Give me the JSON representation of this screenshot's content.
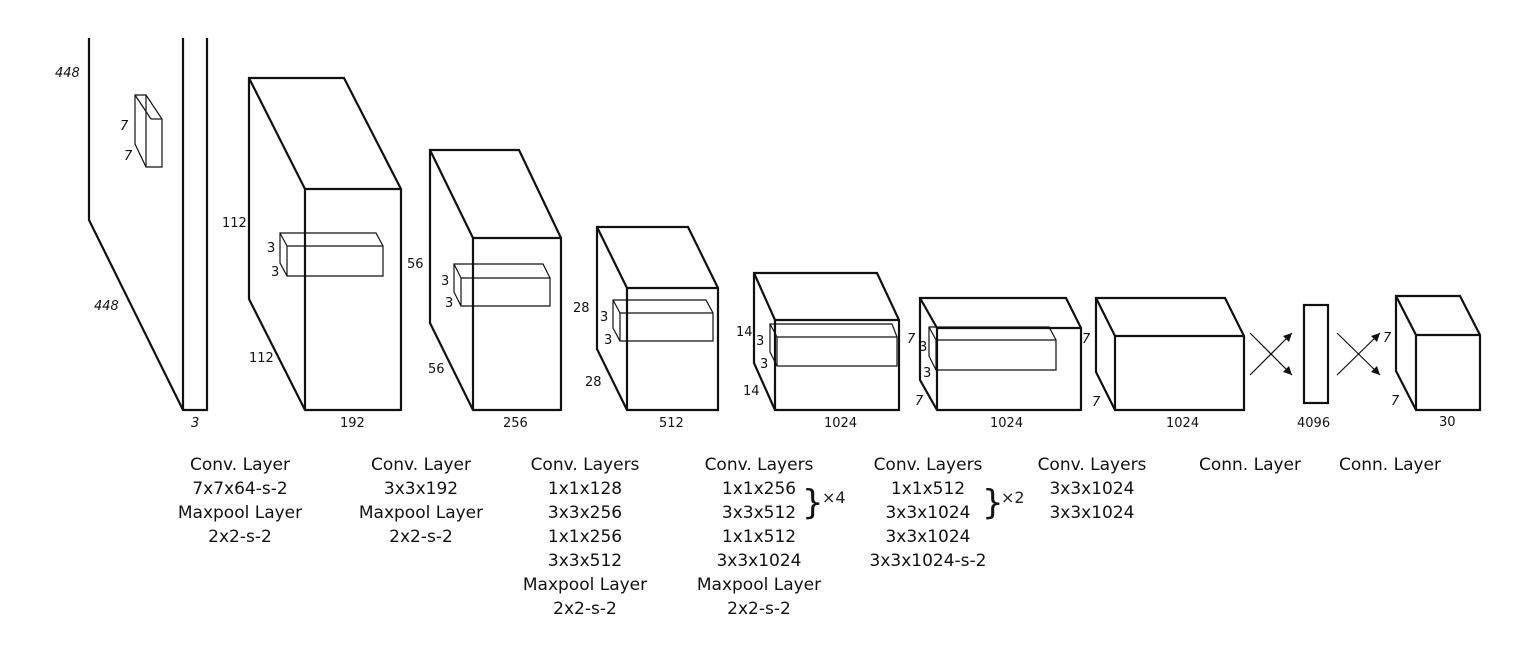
{
  "layers": [
    {
      "id": "input",
      "dims": {
        "height": "448",
        "width": "448",
        "depth": "3",
        "kernel_h": "7",
        "kernel_w": "7"
      },
      "caption": [
        "Conv. Layer",
        "7x7x64-s-2",
        "Maxpool Layer",
        "2x2-s-2"
      ]
    },
    {
      "id": "block1",
      "dims": {
        "height": "112",
        "width": "112",
        "depth": "192",
        "kernel_h": "3",
        "kernel_w": "3"
      },
      "caption": [
        "Conv. Layer",
        "3x3x192",
        "Maxpool Layer",
        "2x2-s-2"
      ]
    },
    {
      "id": "block2",
      "dims": {
        "height": "56",
        "width": "56",
        "depth": "256",
        "kernel_h": "3",
        "kernel_w": "3"
      },
      "caption": [
        "Conv. Layers",
        "1x1x128",
        "3x3x256",
        "1x1x256",
        "3x3x512",
        "Maxpool Layer",
        "2x2-s-2"
      ]
    },
    {
      "id": "block3",
      "dims": {
        "height": "28",
        "width": "28",
        "depth": "512",
        "kernel_h": "3",
        "kernel_w": "3"
      },
      "caption": [
        "Conv. Layers",
        "1x1x256",
        "3x3x512",
        "1x1x512",
        "3x3x1024",
        "Maxpool Layer",
        "2x2-s-2"
      ],
      "repeat": "×4"
    },
    {
      "id": "block4",
      "dims": {
        "height": "14",
        "width": "14",
        "depth": "1024",
        "kernel_h": "3",
        "kernel_w": "3"
      },
      "caption": [
        "Conv. Layers",
        "1x1x512",
        "3x3x1024",
        "3x3x1024",
        "3x3x1024-s-2"
      ],
      "repeat": "×2"
    },
    {
      "id": "block5",
      "dims": {
        "height": "7",
        "width": "7",
        "depth": "1024",
        "kernel_h": "3",
        "kernel_w": "3"
      },
      "caption": [
        "Conv. Layers",
        "3x3x1024",
        "3x3x1024"
      ]
    },
    {
      "id": "block6",
      "dims": {
        "height": "7",
        "width": "7",
        "depth": "1024"
      },
      "caption": [
        "Conn. Layer"
      ]
    },
    {
      "id": "fc",
      "dims": {
        "depth": "4096"
      },
      "caption": [
        "Conn. Layer"
      ]
    },
    {
      "id": "output",
      "dims": {
        "height": "7",
        "width": "7",
        "depth": "30"
      }
    }
  ]
}
